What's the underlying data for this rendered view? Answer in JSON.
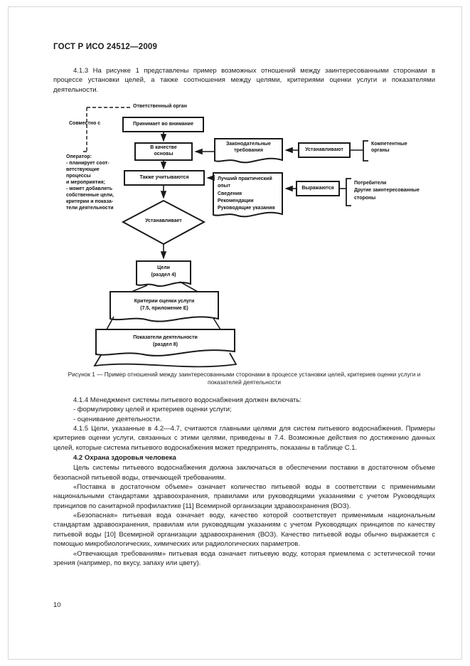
{
  "header": {
    "title": "ГОСТ Р ИСО 24512—2009"
  },
  "body": {
    "p_4_1_3": "4.1.3  На рисунке 1 представлены пример возможных отношений между заинтересованными сторонами в процессе установки целей, а также соотношения между целями, критериями оценки услуги и показателями деятельности.",
    "p_4_1_4": "4.1.4  Менеджмент системы питьевого водоснабжения должен включать:",
    "li_1": "- формулировку целей и критериев оценки услуги;",
    "li_2": "- оценивание деятельности.",
    "p_4_1_5": "4.1.5  Цели, указанные в 4.2—4.7, считаются главными целями для систем питьевого водоснабжения. Примеры критериев оценки услуги, связанных с этими целями, приведены в 7.4. Возможные действия по достижению данных целей, которые система питьевого водоснабжения может предпринять, показаны в таблице С.1.",
    "h_4_2": "4.2  Охрана здоровья человека",
    "p_goal": "Цель системы питьевого водоснабжения должна заключаться в обеспечении поставки в достаточном объеме безопасной питьевой воды, отвечающей требованиям.",
    "p_supply": "«Поставка в достаточном объеме» означает количество питьевой воды в соответствии с применимыми национальными стандартами здравоохранения, правилами или руководящими указаниями с учетом Руководящих принципов по санитарной профилактике [11] Всемирной организации здравоохранения (ВОЗ).",
    "p_safe": "«Безопасная» питьевая вода означает воду, качество которой соответствует применимым национальным стандартам здравоохранения, правилам или руководящим указаниям с учетом Руководящих принципов по качеству питьевой воды [10] Всемирной организации здравоохранения (ВОЗ). Качество питьевой воды обычно выражается с помощью микробиологических, химических или радиологических параметров.",
    "p_acceptable": "«Отвечающая требованиям» питьевая вода означает питьевую воду, которая приемлема с эстетической точки зрения (например, по вкусу, запаху или цвету).",
    "page_number": "10"
  },
  "figure": {
    "caption": "Рисунок 1 — Пример отношений между заинтересованными сторонами в процессе установки целей, критериев оценки услуги и показателей деятельности",
    "nodes": {
      "responsible_body": "Ответственный орган",
      "jointly_with": "Совместно с",
      "takes_into_account": "Принимает во внимание",
      "as_basis": "В качестве\nосновы",
      "legislative_requirements": "Законодательные\nтребования",
      "establish": "Устанавливают",
      "competent_authorities": "Компетентные\nорганы",
      "operator_note": "Оператор:\n- планирует соот-\nветствующие\nпроцессы\nи мероприятия;\n- может добавлять\nсобственные цели,\nкритерии и показа-\nтели деятельности",
      "also_considered": "Также учитываются",
      "best_practice": "Лучший практический\nопыт\nСведения\nРекомендации\nРуководящие указания",
      "expressed": "Выражаются",
      "consumers": "Потребители\nДругие заинтересованные\nстороны",
      "establishes": "Устанавливает",
      "objectives": "Цели\n(раздел 4)",
      "service_criteria": "Критерии оценки услуги\n(7.5, приложение Е)",
      "performance_indicators": "Показатели деятельности\n(раздел 8)"
    }
  }
}
